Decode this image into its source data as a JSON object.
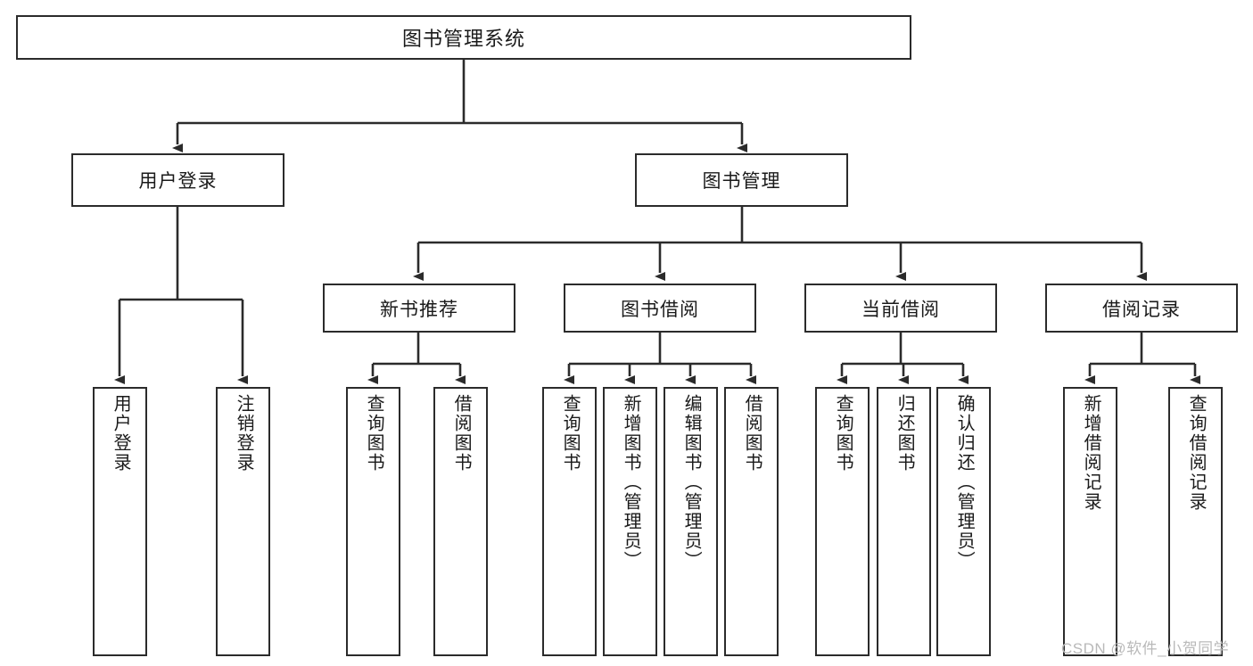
{
  "diagram": {
    "title": "图书管理系统",
    "type": "hierarchy-tree",
    "orientation": "top-down",
    "colors": {
      "box_border": "#2b2b2b",
      "box_fill": "#ffffff",
      "edge": "#2b2b2b",
      "background": "#ffffff",
      "watermark": "#b9b9b9"
    },
    "root": {
      "id": "root",
      "label": "图书管理系统"
    },
    "level1": [
      {
        "id": "user-login",
        "label": "用户登录"
      },
      {
        "id": "book-management",
        "label": "图书管理"
      }
    ],
    "level2": [
      {
        "id": "new-book-recommend",
        "label": "新书推荐",
        "parent": "book-management"
      },
      {
        "id": "book-borrow",
        "label": "图书借阅",
        "parent": "book-management"
      },
      {
        "id": "current-borrow",
        "label": "当前借阅",
        "parent": "book-management"
      },
      {
        "id": "borrow-record",
        "label": "借阅记录",
        "parent": "book-management"
      }
    ],
    "leaves": {
      "user-login": [
        {
          "id": "leaf-user-login",
          "label": "用户登录"
        },
        {
          "id": "leaf-logout-login",
          "label": "注销登录"
        }
      ],
      "new-book-recommend": [
        {
          "id": "leaf-query-book-1",
          "label": "查询图书"
        },
        {
          "id": "leaf-borrow-book-1",
          "label": "借阅图书"
        }
      ],
      "book-borrow": [
        {
          "id": "leaf-query-book-2",
          "label": "查询图书"
        },
        {
          "id": "leaf-add-book",
          "label": "新增图书（管理员）"
        },
        {
          "id": "leaf-edit-book",
          "label": "编辑图书（管理员）"
        },
        {
          "id": "leaf-borrow-book-2",
          "label": "借阅图书"
        }
      ],
      "current-borrow": [
        {
          "id": "leaf-query-book-3",
          "label": "查询图书"
        },
        {
          "id": "leaf-return-book",
          "label": "归还图书"
        },
        {
          "id": "leaf-confirm-return",
          "label": "确认归还（管理员）"
        }
      ],
      "borrow-record": [
        {
          "id": "leaf-add-record",
          "label": "新增借阅记录"
        },
        {
          "id": "leaf-query-record",
          "label": "查询借阅记录"
        }
      ]
    }
  },
  "watermark": {
    "text": "CSDN @软件_小贺同学"
  }
}
